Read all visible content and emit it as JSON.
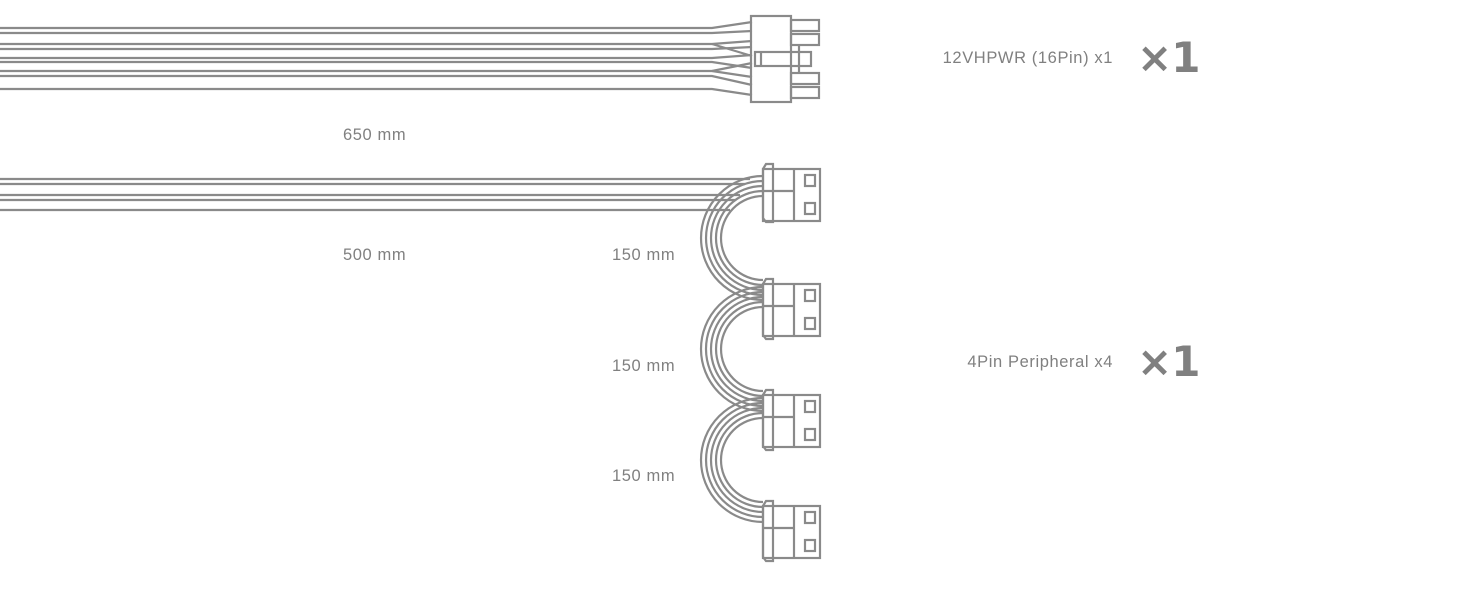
{
  "colors": {
    "line": "#8a8a8a",
    "text": "#808080",
    "background": "#ffffff"
  },
  "cables": [
    {
      "name": "12VHPWR (16Pin) x1",
      "quantity": "×1",
      "lengths": [
        "650 mm"
      ]
    },
    {
      "name": "4Pin Peripheral x4",
      "quantity": "×1",
      "lengths": [
        "500 mm",
        "150 mm",
        "150 mm",
        "150 mm"
      ]
    }
  ]
}
